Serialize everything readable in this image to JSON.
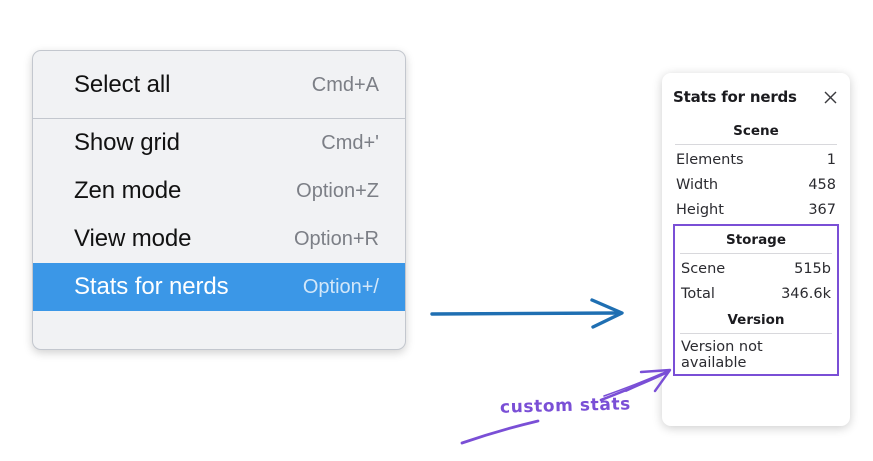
{
  "context_menu": {
    "groups": [
      {
        "items": [
          {
            "label": "Select all",
            "shortcut": "Cmd+A",
            "selected": false
          }
        ]
      },
      {
        "items": [
          {
            "label": "Show grid",
            "shortcut": "Cmd+'",
            "selected": false
          },
          {
            "label": "Zen mode",
            "shortcut": "Option+Z",
            "selected": false
          },
          {
            "label": "View mode",
            "shortcut": "Option+R",
            "selected": false
          },
          {
            "label": "Stats for nerds",
            "shortcut": "Option+/",
            "selected": true
          }
        ]
      }
    ],
    "highlight_color": "#3b97e7"
  },
  "stats_panel": {
    "title": "Stats for nerds",
    "close_icon": "close-icon",
    "sections": [
      {
        "name": "Scene",
        "boxed": false,
        "rows": [
          {
            "label": "Elements",
            "value": "1"
          },
          {
            "label": "Width",
            "value": "458"
          },
          {
            "label": "Height",
            "value": "367"
          }
        ]
      },
      {
        "name": "Storage",
        "boxed": true,
        "rows": [
          {
            "label": "Scene",
            "value": "515b"
          },
          {
            "label": "Total",
            "value": "346.6k"
          }
        ]
      },
      {
        "name": "Version",
        "boxed": true,
        "single_line": "Version not available"
      }
    ],
    "box_color": "#7a4fd6"
  },
  "annotations": {
    "flow_arrow": {
      "name": "blue-flow-arrow",
      "color": "#1f6fb2"
    },
    "custom_stats_label": "custom stats",
    "label_color": "#7a4fd6"
  }
}
